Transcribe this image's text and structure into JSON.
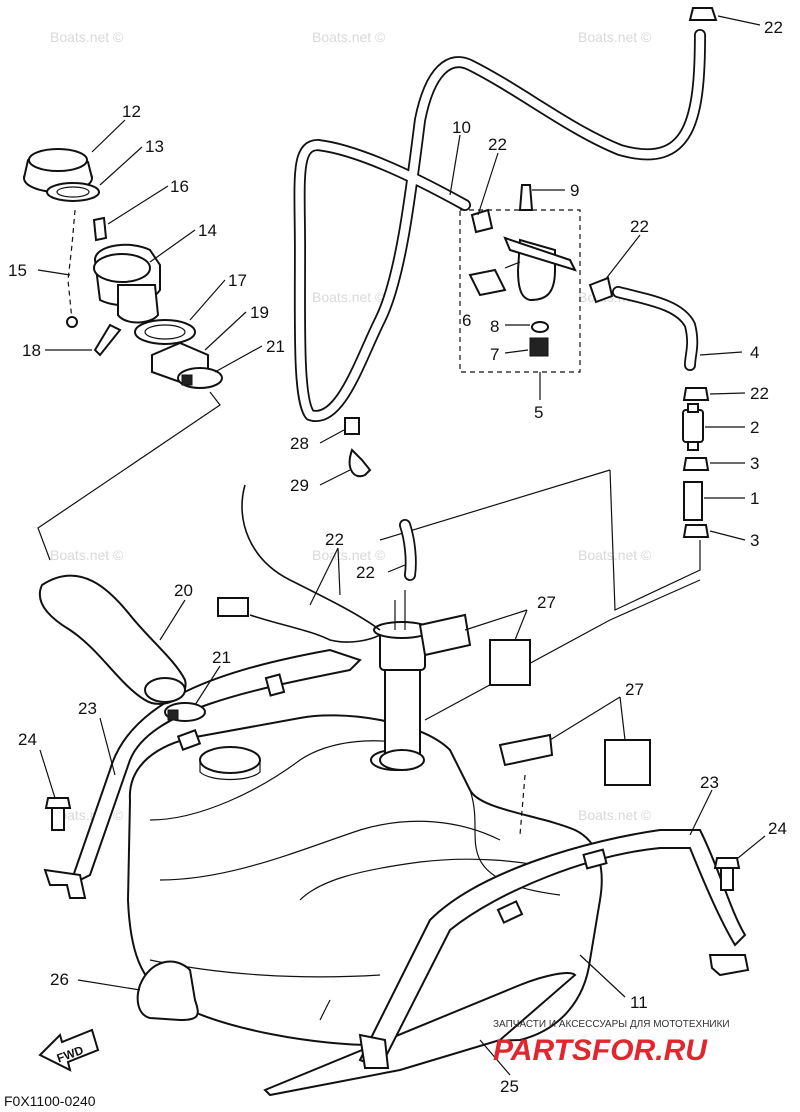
{
  "diagram": {
    "watermark": "Boats.net ©",
    "drawing_code": "F0X1100-0240",
    "fwd_label": "FWD",
    "footer": {
      "tagline": "ЗАПЧАСТИ И АКСЕССУАРЫ ДЛЯ МОТОТЕХНИКИ",
      "brand": "PARTSFOR.RU",
      "brand_color": "#e1262d"
    },
    "callouts": [
      {
        "id": "c22a",
        "label": "22"
      },
      {
        "id": "c12",
        "label": "12"
      },
      {
        "id": "c13",
        "label": "13"
      },
      {
        "id": "c16",
        "label": "16"
      },
      {
        "id": "c14",
        "label": "14"
      },
      {
        "id": "c15",
        "label": "15"
      },
      {
        "id": "c17",
        "label": "17"
      },
      {
        "id": "c19",
        "label": "19"
      },
      {
        "id": "c18",
        "label": "18"
      },
      {
        "id": "c21a",
        "label": "21"
      },
      {
        "id": "c10",
        "label": "10"
      },
      {
        "id": "c22b",
        "label": "22"
      },
      {
        "id": "c9",
        "label": "9"
      },
      {
        "id": "c22c",
        "label": "22"
      },
      {
        "id": "c6",
        "label": "6"
      },
      {
        "id": "c8",
        "label": "8"
      },
      {
        "id": "c7",
        "label": "7"
      },
      {
        "id": "c5",
        "label": "5"
      },
      {
        "id": "c4",
        "label": "4"
      },
      {
        "id": "c22d",
        "label": "22"
      },
      {
        "id": "c2",
        "label": "2"
      },
      {
        "id": "c3a",
        "label": "3"
      },
      {
        "id": "c1",
        "label": "1"
      },
      {
        "id": "c3b",
        "label": "3"
      },
      {
        "id": "c28",
        "label": "28"
      },
      {
        "id": "c29",
        "label": "29"
      },
      {
        "id": "c22e",
        "label": "22"
      },
      {
        "id": "c22f",
        "label": "22"
      },
      {
        "id": "c27a",
        "label": "27"
      },
      {
        "id": "c20",
        "label": "20"
      },
      {
        "id": "c21b",
        "label": "21"
      },
      {
        "id": "c27b",
        "label": "27"
      },
      {
        "id": "c23a",
        "label": "23"
      },
      {
        "id": "c24a",
        "label": "24"
      },
      {
        "id": "c23b",
        "label": "23"
      },
      {
        "id": "c24b",
        "label": "24"
      },
      {
        "id": "c26",
        "label": "26"
      },
      {
        "id": "c11",
        "label": "11"
      },
      {
        "id": "c25",
        "label": "25"
      }
    ]
  }
}
